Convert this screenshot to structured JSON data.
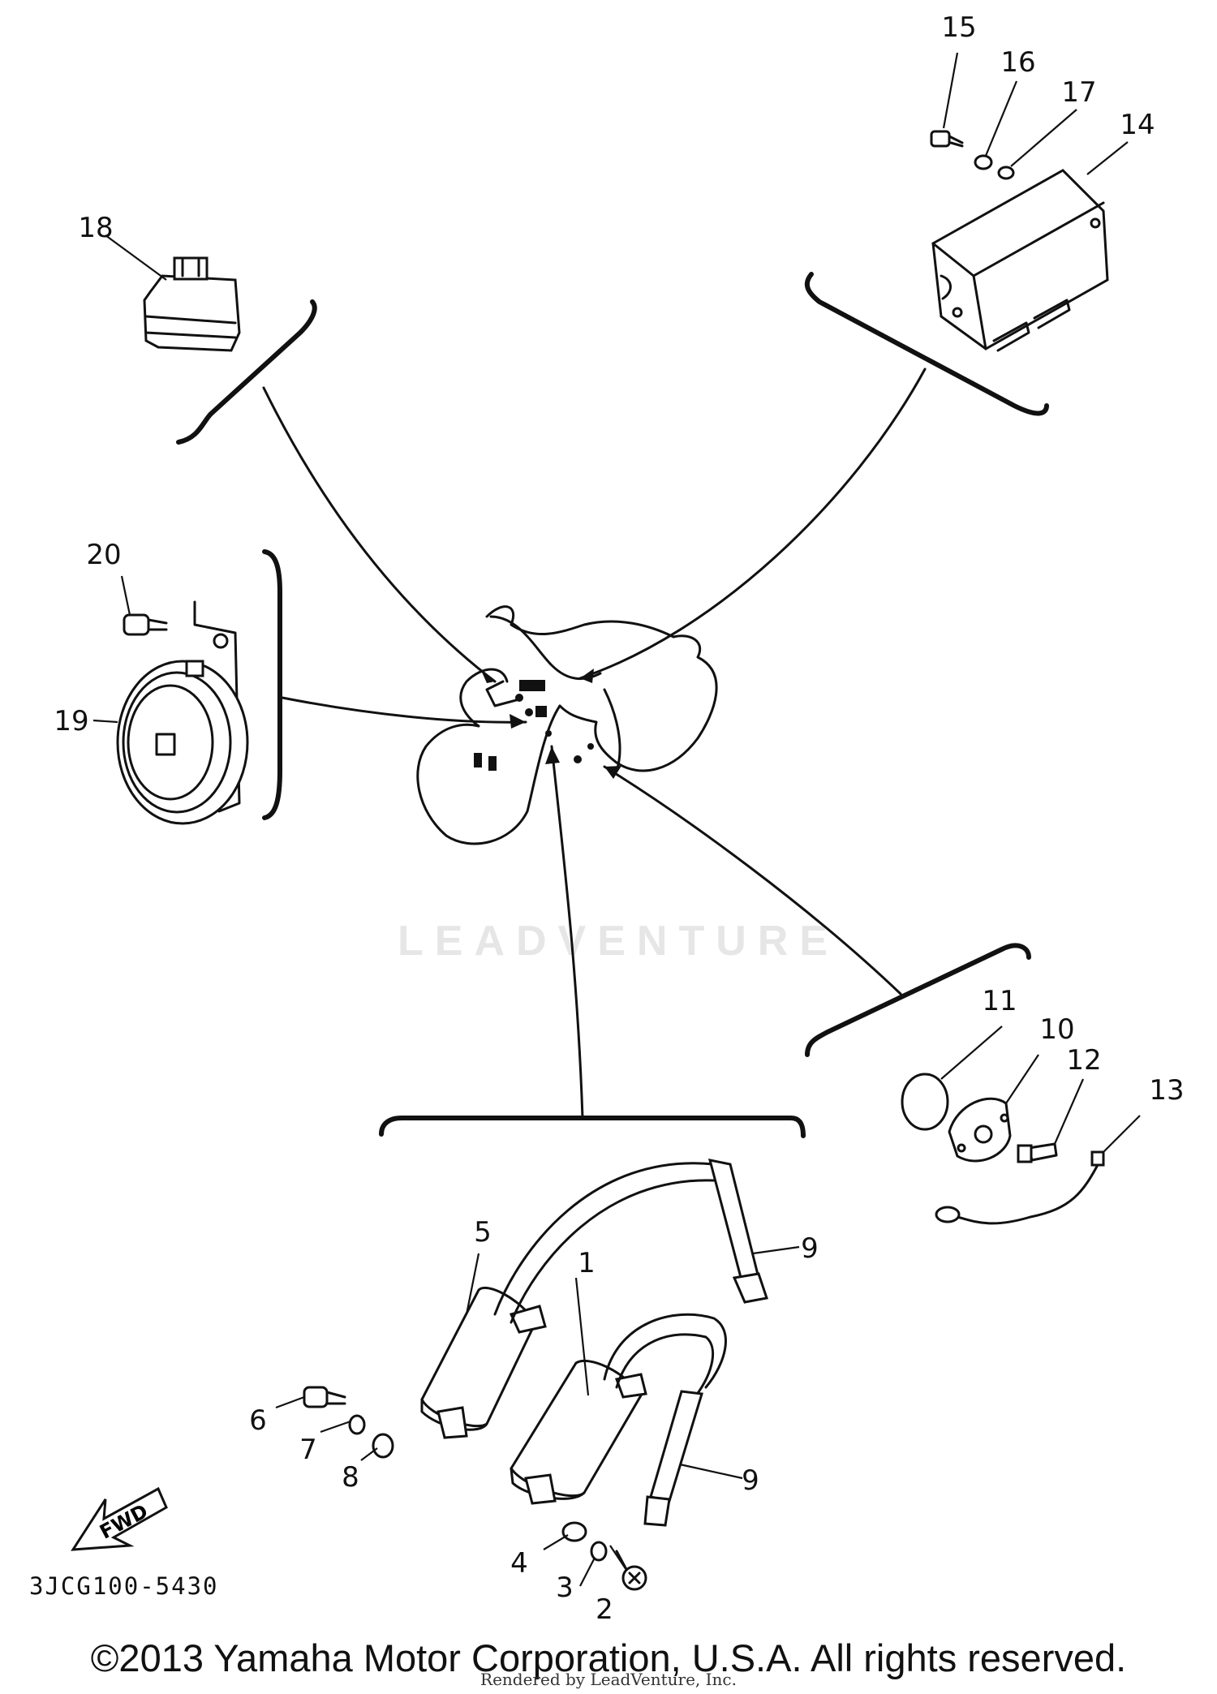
{
  "diagram": {
    "callouts": [
      "1",
      "2",
      "3",
      "4",
      "5",
      "6",
      "7",
      "8",
      "9",
      "9",
      "10",
      "11",
      "12",
      "13",
      "14",
      "15",
      "16",
      "17",
      "18",
      "19",
      "20"
    ],
    "fwd_label": "FWD",
    "ref_code": "3JCG100-5430",
    "watermark": "LEADVENTURE"
  },
  "footer": {
    "copyright": "©2013 Yamaha Motor Corporation, U.S.A. All rights reserved.",
    "rendered_by": "Rendered by LeadVenture, Inc."
  }
}
